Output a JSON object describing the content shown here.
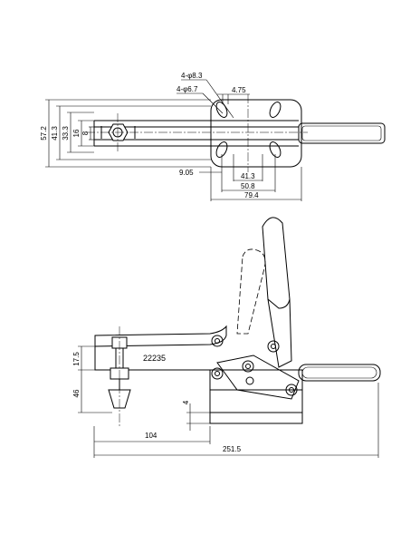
{
  "top_view": {
    "hole_callout_large": "4-φ8.3",
    "hole_callout_small": "4-φ6.7",
    "slot_width": "4.75",
    "vertical_dims": [
      "57.2",
      "41.3",
      "33.3",
      "16",
      "8"
    ],
    "offset": "9.05",
    "hole_spacing_1": "41.3",
    "hole_spacing_2": "50.8",
    "base_length": "79.4"
  },
  "side_view": {
    "model_number": "22235",
    "dim_17_5": "17.5",
    "dim_46": "46",
    "dim_4": "4",
    "dim_104": "104",
    "overall_length": "251.5"
  }
}
